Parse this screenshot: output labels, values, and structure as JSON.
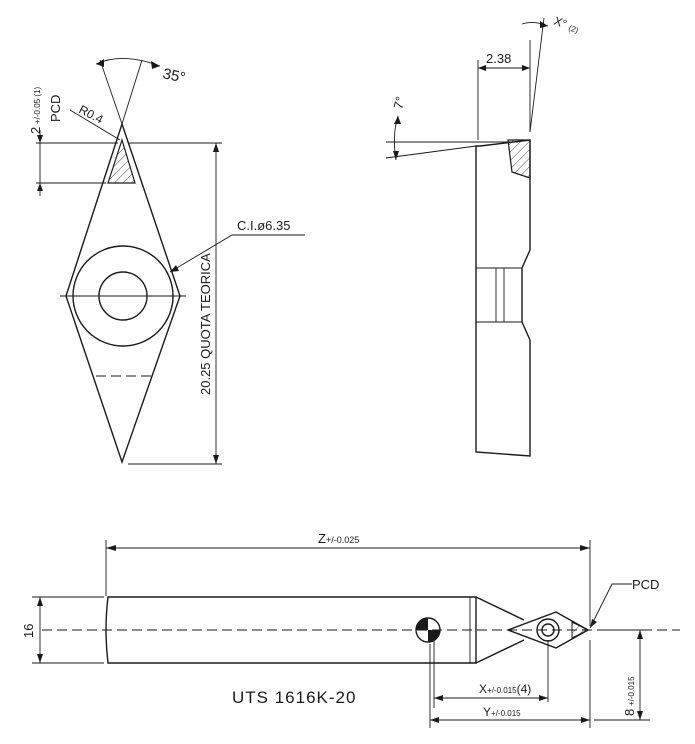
{
  "insert_top_view": {
    "angle_label": "35°",
    "corner_radius_label": "R0.4",
    "pcd_tolerance_value": "2",
    "pcd_tolerance_suffix": "+/-0.05 (1)",
    "pcd_label": "PCD",
    "inscribed_circle_label": "C.I.ø6.35",
    "theoretical_dimension_label": "20.25 QUOTA TEORICA"
  },
  "insert_side_view": {
    "width_label": "2.38",
    "clearance_angle_label": "7°",
    "tip_angle_label": "X°",
    "tip_angle_note": "(2)"
  },
  "tool_view": {
    "overall_length_label": "Z",
    "overall_length_tolerance": "+/-0.025",
    "shank_diameter_label": "16",
    "pcd_label": "PCD",
    "x_dim_label": "X",
    "x_dim_tolerance": "+/-0.015",
    "x_dim_note": "(4)",
    "y_dim_label": "Y",
    "y_dim_tolerance": "+/-0.015",
    "height_value": "8",
    "height_tolerance": "+/-0.015",
    "part_number": "UTS 1616K-20"
  }
}
